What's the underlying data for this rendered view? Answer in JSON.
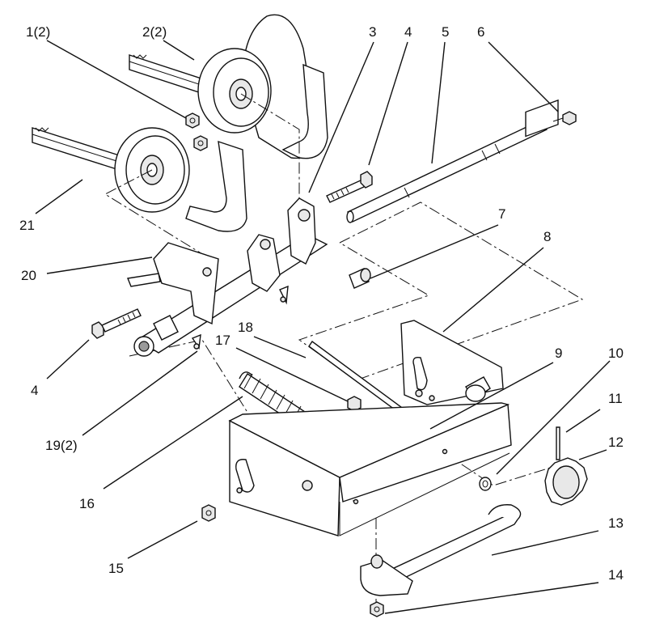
{
  "callouts": {
    "c1": "1(2)",
    "c2": "2(2)",
    "c3": "3",
    "c4a": "4",
    "c5": "5",
    "c6": "6",
    "c7": "7",
    "c8": "8",
    "c9": "9",
    "c10": "10",
    "c11": "11",
    "c12": "12",
    "c13": "13",
    "c14": "14",
    "c15": "15",
    "c16": "16",
    "c17": "17",
    "c18": "18",
    "c19": "19(2)",
    "c20": "20",
    "c21": "21",
    "c4b": "4"
  }
}
